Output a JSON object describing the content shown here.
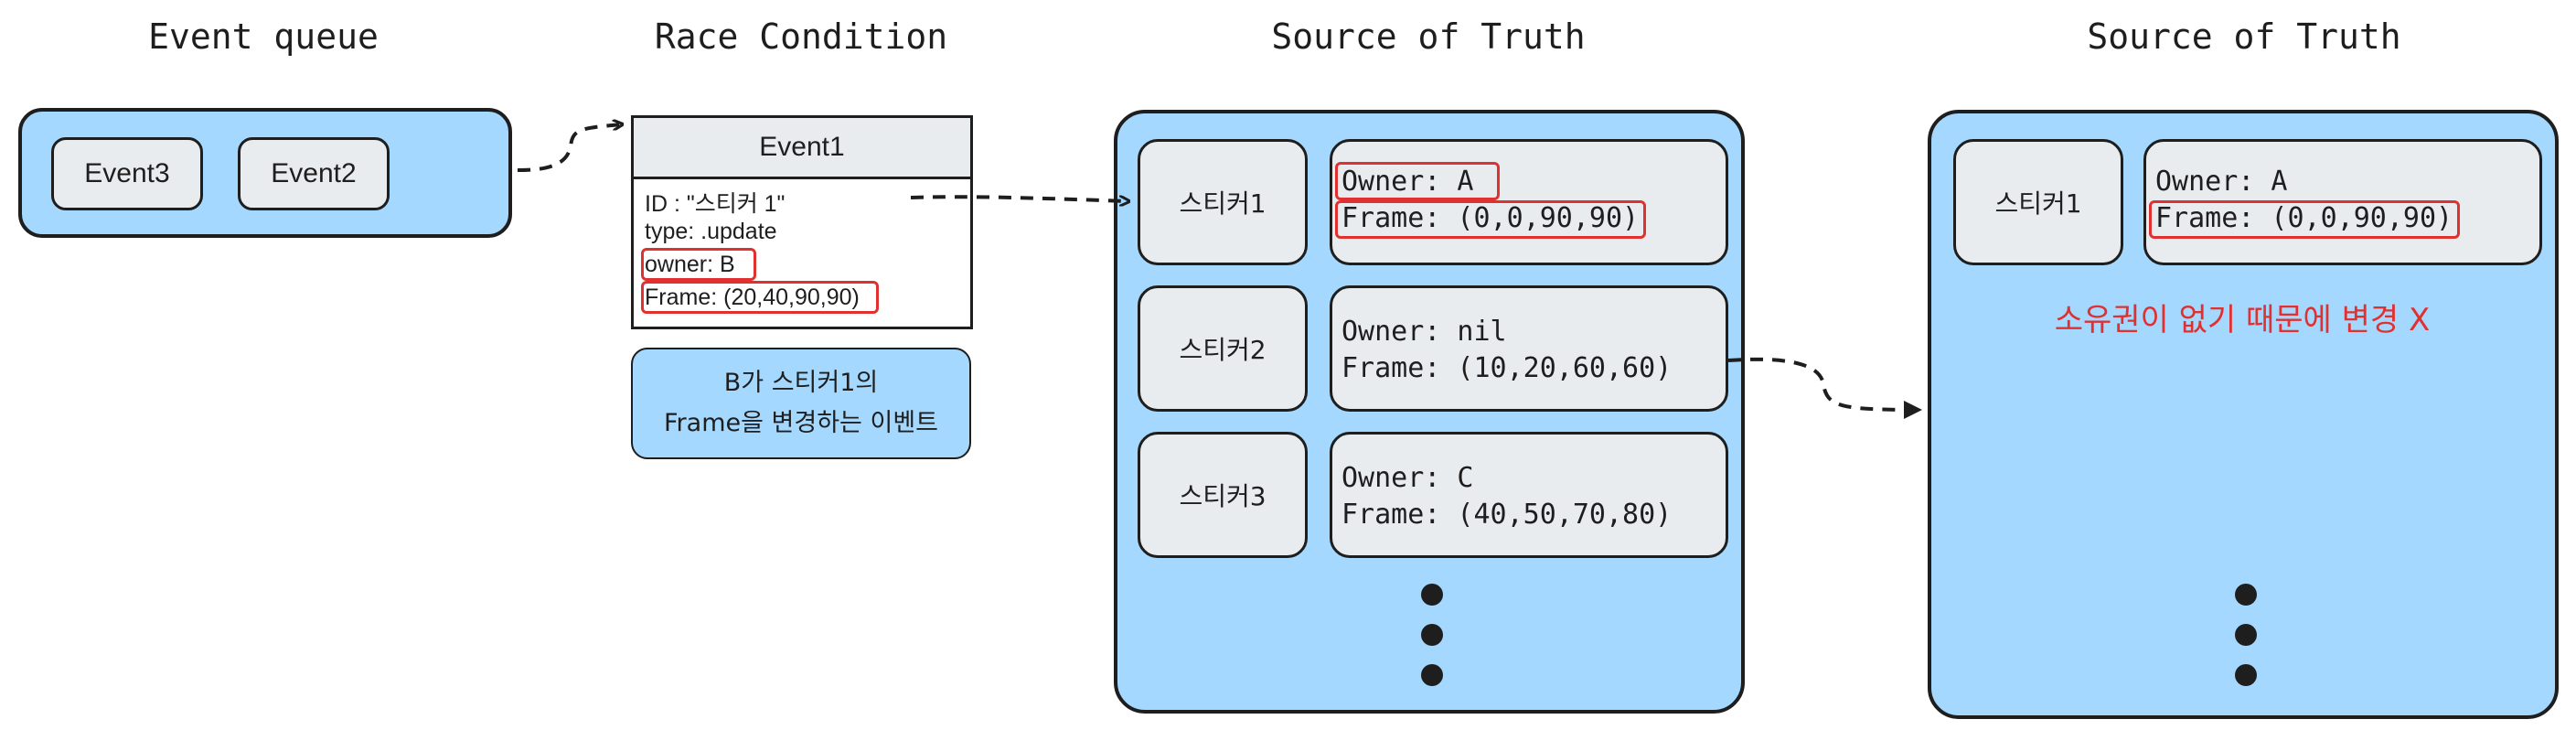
{
  "headings": {
    "event_queue": "Event queue",
    "race_condition": "Race Condition",
    "source_of_truth_1": "Source of Truth",
    "source_of_truth_2": "Source of Truth"
  },
  "queue": {
    "events": [
      "Event3",
      "Event2"
    ]
  },
  "race_event": {
    "title": "Event1",
    "fields": {
      "id": "ID : \"스티커 1\"",
      "type": "type: .update",
      "owner": "owner: B",
      "frame": "Frame: (20,40,90,90)"
    },
    "note_line1": "B가 스티커1의",
    "note_line2": "Frame을 변경하는 이벤트"
  },
  "truth_before": {
    "rows": [
      {
        "name": "스티커1",
        "owner": "Owner: A",
        "frame": "Frame: (0,0,90,90)"
      },
      {
        "name": "스티커2",
        "owner": "Owner: nil",
        "frame": "Frame: (10,20,60,60)"
      },
      {
        "name": "스티커3",
        "owner": "Owner: C",
        "frame": "Frame: (40,50,70,80)"
      }
    ]
  },
  "truth_after": {
    "rows": [
      {
        "name": "스티커1",
        "owner": "Owner: A",
        "frame": "Frame: (0,0,90,90)"
      }
    ],
    "message": "소유권이 없기 때문에 변경 X"
  },
  "colors": {
    "panel": "#a5d8ff",
    "card": "#e9ecef",
    "stroke": "#1e1e1e",
    "highlight": "#e03131"
  }
}
